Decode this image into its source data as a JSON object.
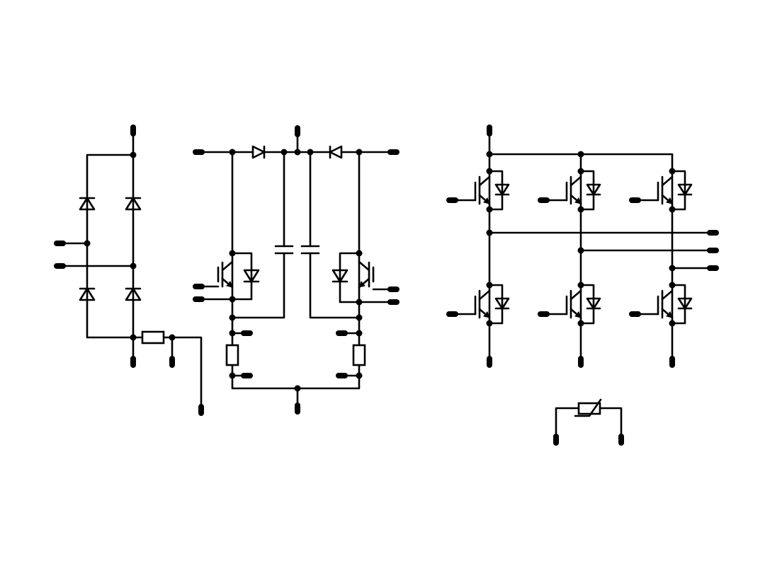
{
  "diagram": {
    "kind": "power-module-schematic",
    "background": "#ffffff",
    "line_color": "#000000",
    "blocks": [
      {
        "id": "rectifier",
        "elements": [
          "diode",
          "diode",
          "diode",
          "diode",
          "resistor"
        ]
      },
      {
        "id": "pfc-boost",
        "elements": [
          "diode",
          "diode",
          "capacitor",
          "capacitor",
          "igbt",
          "igbt",
          "resistor",
          "resistor"
        ]
      },
      {
        "id": "inverter",
        "elements": [
          "igbt",
          "igbt",
          "igbt",
          "igbt",
          "igbt",
          "igbt"
        ]
      },
      {
        "id": "ntc",
        "elements": [
          "thermistor"
        ]
      }
    ]
  }
}
